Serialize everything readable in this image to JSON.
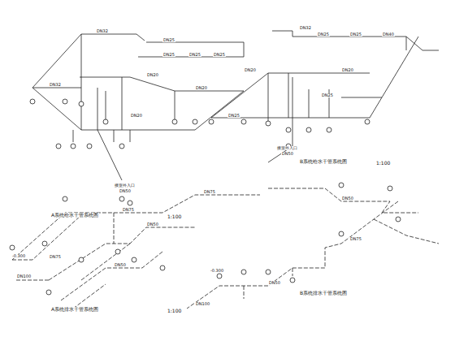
{
  "diagram": {
    "labels": [
      "A系统给水干管系统图",
      "1:100",
      "B系统给水干管系统图",
      "1:100",
      "A系统排水干管系统图",
      "1:100",
      "B系统排水干管系统图",
      "DN32",
      "DN25",
      "DN25",
      "DN25",
      "DN25",
      "DN20",
      "DN20",
      "DN32",
      "DN20",
      "接室外入口",
      "DN50",
      "DN32",
      "DN25",
      "DN25",
      "DN40",
      "DN25",
      "DN20",
      "DN20",
      "DN25",
      "接室外入口",
      "DN50",
      "DN75",
      "DN75",
      "DN50",
      "DN50",
      "DN75",
      "DN100",
      "-0.300",
      "DN50",
      "DN75",
      "DN50",
      "DN100",
      "-0.300"
    ]
  }
}
